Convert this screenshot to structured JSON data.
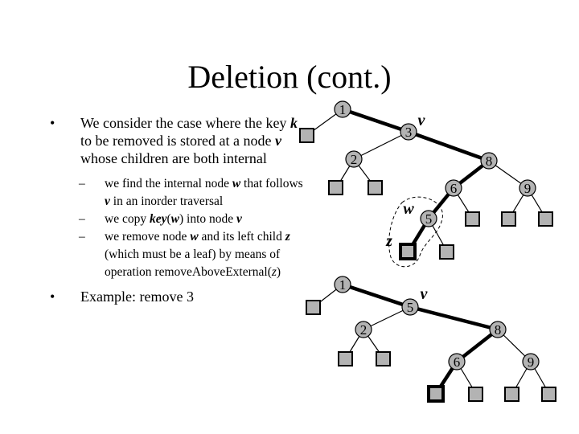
{
  "slide": {
    "title": "Deletion (cont.)",
    "bullet1": {
      "marker": "•",
      "parts": [
        "We consider the case where the key ",
        "k",
        " to be removed is stored at a node ",
        "v",
        " whose children are both internal"
      ]
    },
    "sub_marker": "–",
    "subs": [
      [
        "we find the internal node ",
        "w",
        " that follows ",
        "v",
        " in an inorder traversal"
      ],
      [
        "we copy ",
        "key",
        "(",
        "w",
        ") into node ",
        "v"
      ],
      [
        "we remove node ",
        "w",
        " and its left child ",
        "z",
        " (which must be a leaf) by means of operation removeAboveExternal(",
        "z",
        ")"
      ]
    ],
    "bullet2": {
      "marker": "•",
      "text": "Example: remove 3"
    }
  },
  "diagram": {
    "tree_before": {
      "nodes": [
        "1",
        "3",
        "2",
        "8",
        "6",
        "9",
        "5"
      ],
      "labels": {
        "v": "v",
        "w": "w",
        "z": "z"
      }
    },
    "tree_after": {
      "nodes": [
        "1",
        "5",
        "2",
        "8",
        "6",
        "9"
      ],
      "labels": {
        "v": "v"
      }
    },
    "colors": {
      "node_fill": "#b3b3b3",
      "node_stroke": "#000000",
      "edge": "#000000"
    }
  }
}
